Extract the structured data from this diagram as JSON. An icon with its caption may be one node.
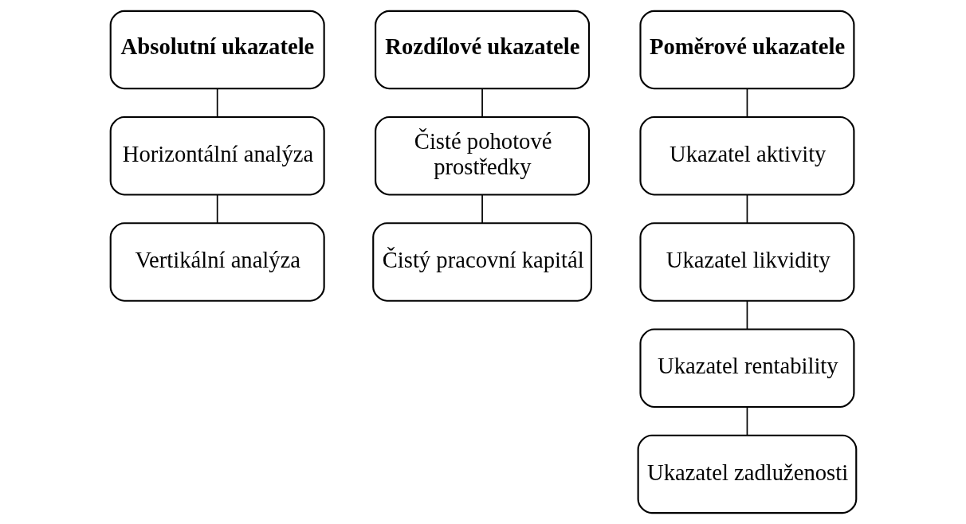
{
  "diagram": {
    "nodes": [
      {
        "text": [
          "Absolutní ukazatele"
        ]
      },
      {
        "text": [
          "Horizontální analýza"
        ]
      },
      {
        "text": [
          "Vertikální analýza"
        ]
      },
      {
        "text": [
          "Rozdílové ukazatele"
        ]
      },
      {
        "text": [
          "Čisté pohotové prostředky"
        ]
      },
      {
        "text": [
          "Čistý pracovní kapitál"
        ]
      },
      {
        "text": [
          "Poměrové ukazatele"
        ]
      },
      {
        "text": [
          "Ukazatel aktivity"
        ]
      },
      {
        "text": [
          "Ukazatel likvidity"
        ]
      },
      {
        "text": [
          "Ukazatel rentability"
        ]
      },
      {
        "text": [
          "Ukazatel zadluženosti"
        ]
      }
    ],
    "edges": [
      {
        "from": 0,
        "to": 1,
        "arrow": "none"
      },
      {
        "from": 1,
        "to": 2,
        "arrow": "none"
      },
      {
        "from": 3,
        "to": 4,
        "arrow": "none"
      },
      {
        "from": 4,
        "to": 5,
        "arrow": "none"
      },
      {
        "from": 6,
        "to": 7,
        "arrow": "none"
      },
      {
        "from": 7,
        "to": 8,
        "arrow": "none"
      },
      {
        "from": 8,
        "to": 9,
        "arrow": "none"
      },
      {
        "from": 9,
        "to": 10,
        "arrow": "none"
      }
    ]
  }
}
